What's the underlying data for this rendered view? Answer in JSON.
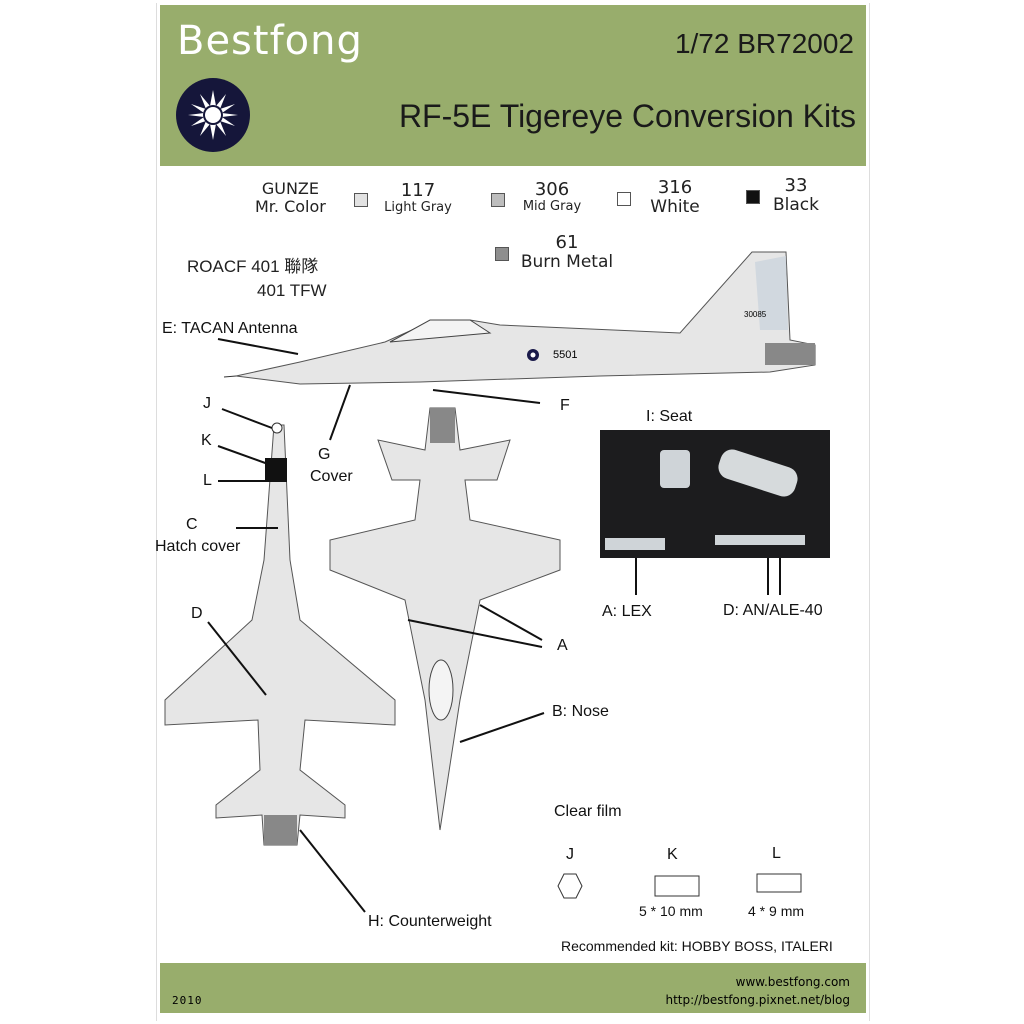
{
  "header": {
    "brand": "Bestfong",
    "code": "1/72 BR72002",
    "title": "RF-5E Tigereye Conversion Kits"
  },
  "paint_legend": {
    "maker_line1": "GUNZE",
    "maker_line2": "Mr. Color",
    "colors": [
      {
        "number": "117",
        "name": "Light Gray",
        "hex": "#e2e2e2"
      },
      {
        "number": "306",
        "name": "Mid Gray",
        "hex": "#bdbdbd"
      },
      {
        "number": "316",
        "name": "White",
        "hex": "#ffffff"
      },
      {
        "number": "33",
        "name": "Black",
        "hex": "#111111"
      },
      {
        "number": "61",
        "name": "Burn Metal",
        "hex": "#8e8e8e"
      }
    ]
  },
  "unit": {
    "line1": "ROACF 401 聯隊",
    "line2": "401 TFW"
  },
  "aircraft_markings": {
    "serial": "5501",
    "tail_number": "30085"
  },
  "callouts": {
    "e": "E: TACAN Antenna",
    "f": "F",
    "g": "G",
    "g_cover": "Cover",
    "j": "J",
    "k": "K",
    "l": "L",
    "c": "C",
    "c_hatch": "Hatch cover",
    "d": "D",
    "a": "A",
    "b": "B: Nose",
    "h": "H: Counterweight",
    "i_seat": "I: Seat",
    "a_lex": "A: LEX",
    "d_ale": "D: AN/ALE-40"
  },
  "clear_film": {
    "title": "Clear film",
    "parts": [
      {
        "label": "J",
        "size": ""
      },
      {
        "label": "K",
        "size": "5 * 10 mm"
      },
      {
        "label": "L",
        "size": "4 * 9 mm"
      }
    ]
  },
  "recommended": "Recommended kit: HOBBY BOSS, ITALERI",
  "footer": {
    "year": "2010",
    "url1": "www.bestfong.com",
    "url2": "http://bestfong.pixnet.net/blog"
  }
}
